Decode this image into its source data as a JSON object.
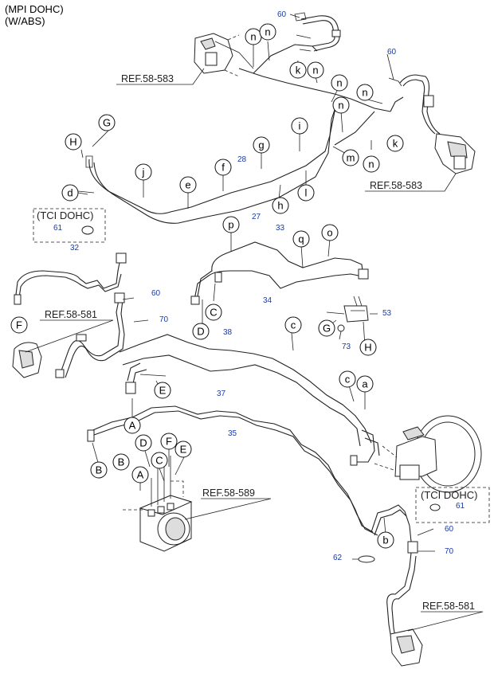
{
  "header": {
    "line1": "(MPI DOHC)",
    "line2": "(W/ABS)"
  },
  "boxes": {
    "tci_left": "(TCI DOHC)",
    "tci_right": "(TCI DOHC)"
  },
  "refs": {
    "r583_top": "REF.58-583",
    "r583_right": "REF.58-583",
    "r581_left": "REF.58-581",
    "r589": "REF.58-589",
    "r581_bottom": "REF.58-581"
  },
  "part_numbers": {
    "p60_top": "60",
    "p60_right": "60",
    "p61_left": "61",
    "p32": "32",
    "p60_mid": "60",
    "p70_mid": "70",
    "p28": "28",
    "p27": "27",
    "p33": "33",
    "p34": "34",
    "p53": "53",
    "p73": "73",
    "p38": "38",
    "p37": "37",
    "p35": "35",
    "p61_right": "61",
    "p60_low": "60",
    "p70_low": "70",
    "p62": "62"
  },
  "letters": {
    "n1": "n",
    "n2": "n",
    "k1": "k",
    "n3": "n",
    "n4": "n",
    "n5": "n",
    "n6": "n",
    "k2": "k",
    "n7": "n",
    "m": "m",
    "i": "i",
    "g": "g",
    "f": "f",
    "e": "e",
    "j": "j",
    "h_low": "h",
    "l": "l",
    "d_low": "d",
    "G_top": "G",
    "H_top": "H",
    "F_left": "F",
    "p": "p",
    "q": "q",
    "o": "o",
    "C_mid": "C",
    "D_mid": "D",
    "G_mid": "G",
    "H_mid": "H",
    "c_mid": "c",
    "E_mid": "E",
    "c_low": "c",
    "a_low": "a",
    "A_mid": "A",
    "B_left": "B",
    "B_abs": "B",
    "D_abs": "D",
    "A_abs": "A",
    "C_abs": "C",
    "F_abs": "F",
    "E_abs": "E",
    "b_low": "b"
  }
}
